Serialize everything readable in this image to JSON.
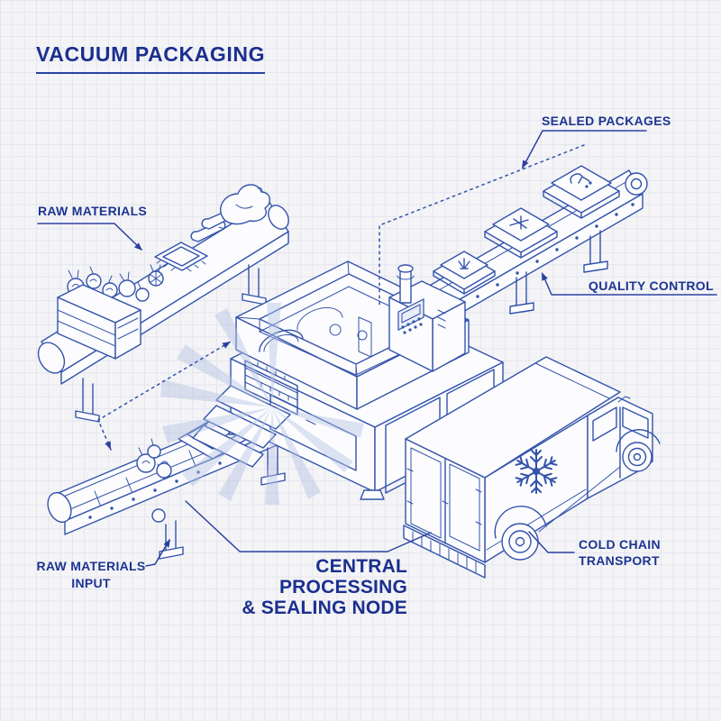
{
  "title": "VACUUM PACKAGING",
  "labels": {
    "raw_materials": "RAW MATERIALS",
    "sealed_packages": "SEALED PACKAGES",
    "quality_control": "QUALITY CONTROL",
    "raw_materials_input": {
      "line1": "RAW MATERIALS",
      "line2": "INPUT"
    },
    "central_processing": {
      "line1": "CENTRAL PROCESSING",
      "line2": "& SEALING NODE"
    },
    "cold_chain_transport": {
      "line1": "COLD CHAIN",
      "line2": "TRANSPORT"
    }
  },
  "colors": {
    "paper": "#f4f4f7",
    "grid_line": "#e4e5ee",
    "ink": "#3353ab",
    "text": "#1d3490",
    "leader": "#2b41a0",
    "watermark": "#b5c3e3"
  },
  "illustration": {
    "style": "isometric blueprint line drawing on graph paper",
    "components": [
      {
        "name": "raw-materials-conveyor",
        "description": "belt conveyor carrying a vegetable crate, tomatoes, a tray, carrots and a whole chicken"
      },
      {
        "name": "central-packaging-machine",
        "description": "vacuum sealing machine with open film frame, film roller, control panel, chimney, cabinet doors and stepped infeed"
      },
      {
        "name": "infeed-conveyor",
        "description": "ladder-frame conveyor feeding trays of raw food into the machine"
      },
      {
        "name": "output-conveyor",
        "description": "roller conveyor carrying three sealed food packages toward quality control"
      },
      {
        "name": "refrigerated-truck",
        "description": "cold-chain box truck with snowflake emblem, rear double doors and cab"
      }
    ],
    "icons": [
      "snowflake-icon",
      "drumstick-package-icon",
      "vegetable-package-icon",
      "portion-package-icon",
      "chicken-icon",
      "carrot-icon",
      "crate-icon",
      "arrowhead-icon"
    ],
    "flow_paths": [
      "dotted arrow path from infeed conveyor into machine entrance",
      "dotted path from machine top toward sealed packages label"
    ]
  }
}
